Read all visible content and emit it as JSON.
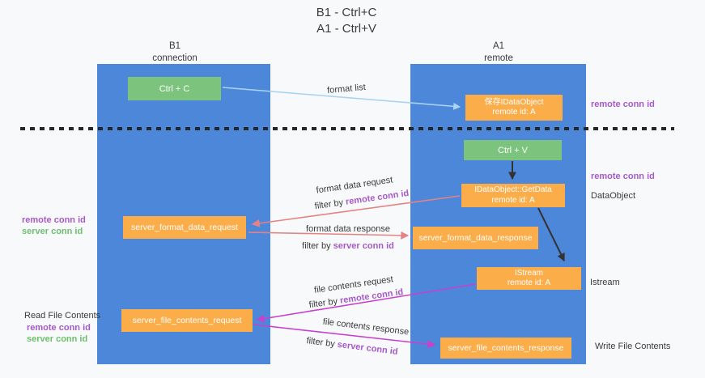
{
  "title": {
    "line1": "B1 - Ctrl+C",
    "line2": "A1 - Ctrl+V"
  },
  "columns": {
    "left": {
      "name_line": "B1",
      "role_line": "connection"
    },
    "right": {
      "name_line": "A1",
      "role_line": "remote"
    }
  },
  "nodes": {
    "ctrl_c": {
      "label": "Ctrl + C"
    },
    "ctrl_v": {
      "label": "Ctrl + V"
    },
    "save_dataobject": {
      "line1": "保存IDataObject",
      "line2": "remote id: A"
    },
    "getdata": {
      "line1": "IDataObject::GetData",
      "line2": "remote id: A"
    },
    "istream": {
      "line1": "IStream",
      "line2": "remote id: A"
    },
    "server_format_data_request": {
      "label": "server_format_data_request"
    },
    "server_format_data_response": {
      "label": "server_format_data_response"
    },
    "server_file_contents_request": {
      "label": "server_file_contents_request"
    },
    "server_file_contents_response": {
      "label": "server_file_contents_response"
    }
  },
  "arrows": {
    "format_list": {
      "label": "format list"
    },
    "format_data_request": {
      "label": "format data request",
      "filter_prefix": "filter by",
      "filter_key": "remote conn id"
    },
    "format_data_response": {
      "label": "format data response",
      "filter_prefix": "filter by",
      "filter_key": "server conn id"
    },
    "file_contents_request": {
      "label": "file contents request",
      "filter_prefix": "filter by",
      "filter_key": "remote conn id"
    },
    "file_contents_response": {
      "label": "file contents response",
      "filter_prefix": "filter by",
      "filter_key": "server conn id"
    }
  },
  "annotations": {
    "right_remote_conn_id_top": "remote conn id",
    "right_remote_conn_id_mid": "remote conn id",
    "dataobject": "DataObject",
    "istream": "Istream",
    "write_file_contents": "Write File Contents",
    "left_remote_conn_id_top": "remote conn id",
    "left_server_conn_id_top": "server conn id",
    "read_file_contents": "Read File Contents",
    "left_remote_conn_id_bottom": "remote conn id",
    "left_server_conn_id_bottom": "server conn id"
  },
  "colors": {
    "column_blue": "#4c87d9",
    "box_orange": "#fbad4a",
    "box_green": "#7cc47e",
    "arrow_blue": "#a9d4f2",
    "arrow_red": "#e58383",
    "arrow_magenta": "#c741cd",
    "arrow_black": "#333333",
    "text_purple": "#a65ac9",
    "text_green": "#6dbf6d"
  }
}
